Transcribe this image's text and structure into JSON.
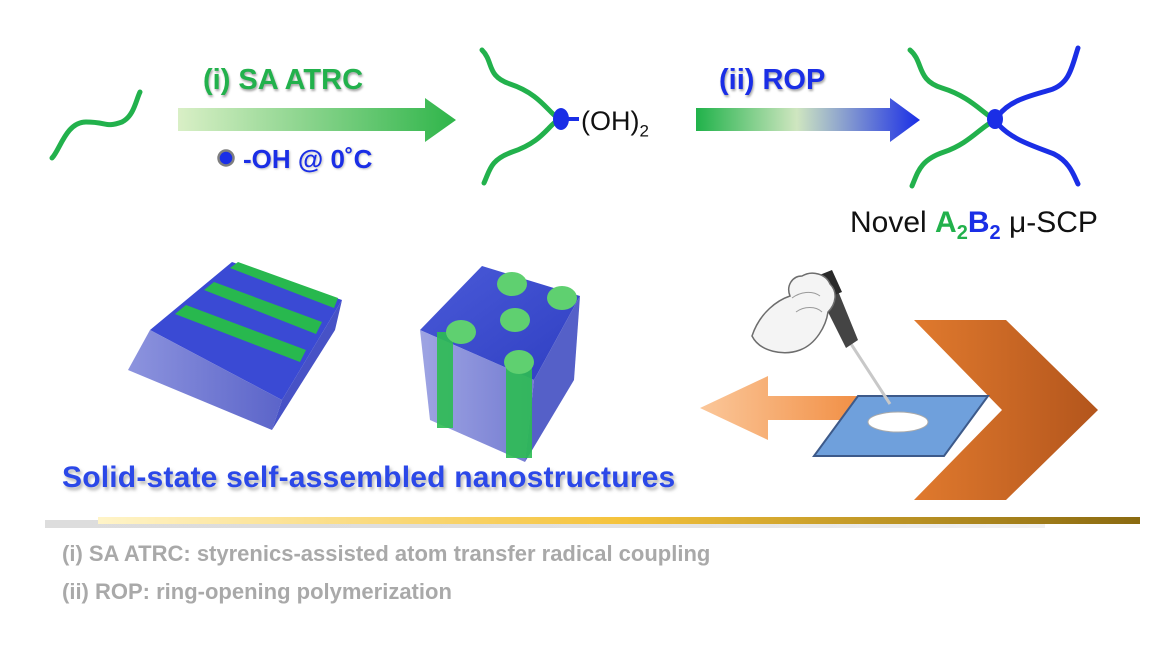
{
  "scheme": {
    "step1_label": "(i) SA ATRC",
    "step1_reagent": "-OH @ 0˚C",
    "step2_label": "(ii) ROP",
    "intermediate_group": "(OH)",
    "intermediate_sub": "2",
    "product_prefix": "Novel ",
    "product_A": "A",
    "product_A_sub": "2",
    "product_B": "B",
    "product_B_sub": "2",
    "product_suffix": " μ-SCP"
  },
  "caption": "Solid-state self-assembled nanostructures",
  "notes": [
    "(i) SA ATRC: styrenics-assisted atom transfer radical coupling",
    "(ii) ROP: ring-opening polymerization"
  ],
  "colors": {
    "block_A_green": "#22b14c",
    "block_B_blue": "#1a2ee6",
    "arrow_orange": "#d2691e",
    "divider_gold": "#f0b429"
  }
}
